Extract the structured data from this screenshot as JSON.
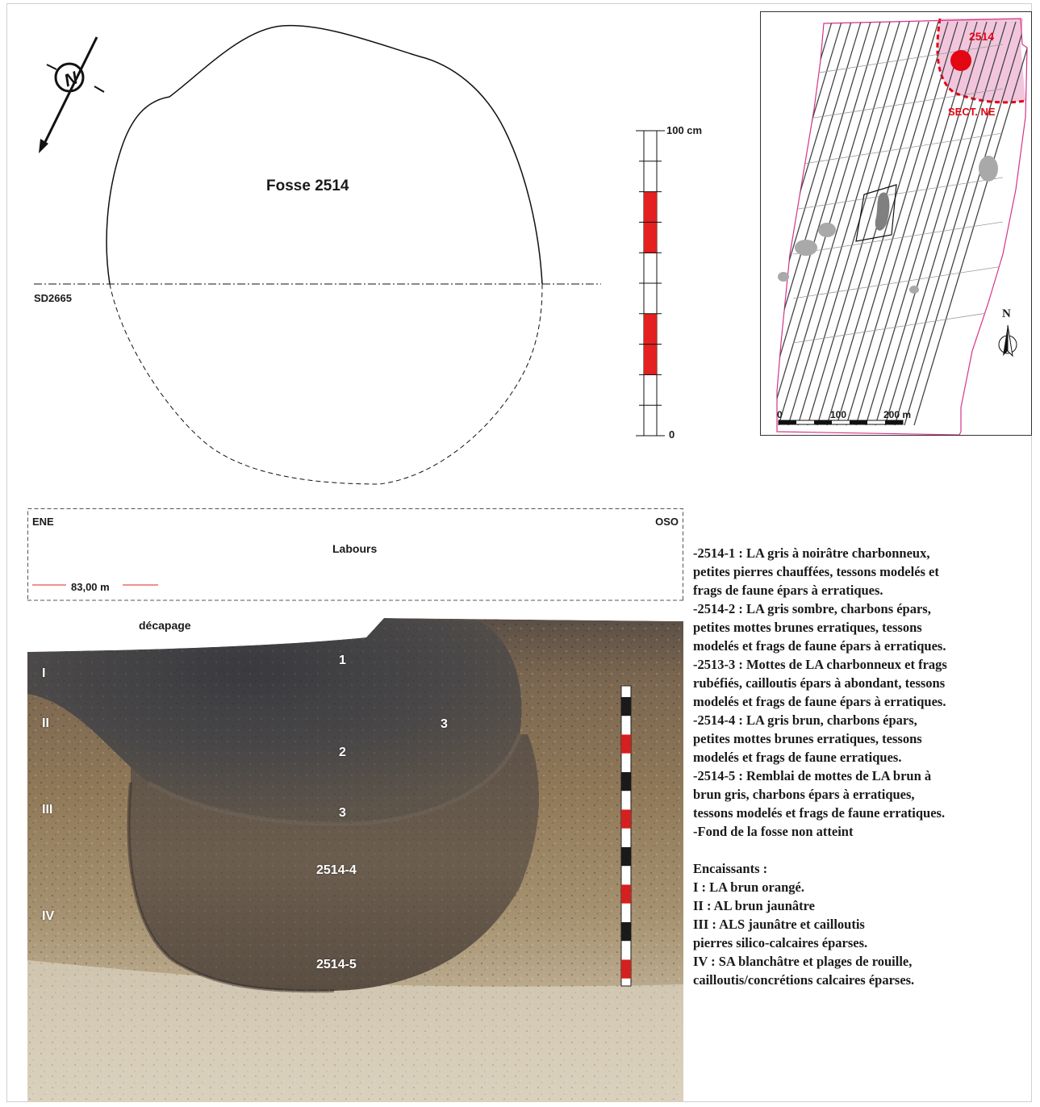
{
  "plan": {
    "title": "Fosse 2514",
    "section_line_label": "SD2665",
    "scale_top_label": "100 cm",
    "scale_bottom_label": "0",
    "north_letter": "N",
    "colors": {
      "scale_red": "#e42020",
      "outline": "#111111"
    }
  },
  "location_map": {
    "pit_id": "2514",
    "sector_label": "SECT. NE",
    "north_label": "N",
    "scale_labels": [
      "0",
      "100",
      "200 m"
    ],
    "colors": {
      "highlight": "#e30613",
      "sector_fill": "#f1c6dd",
      "boundary": "#d6338a"
    }
  },
  "section": {
    "left_orientation": "ENE",
    "right_orientation": "OSO",
    "top_layer": "Labours",
    "altitude": "83,00 m",
    "stripping": "décapage",
    "host_layers": [
      "I",
      "II",
      "III",
      "IV"
    ],
    "fill_labels": {
      "l1": "1",
      "l2": "2",
      "l3a": "3",
      "l3b": "3",
      "l4": "2514-4",
      "l5": "2514-5"
    }
  },
  "legend": {
    "lines": [
      "-2514-1 : LA gris à noirâtre charbonneux,",
      "petites pierres chauffées, tessons modelés et",
      "frags de faune épars à erratiques.",
      "-2514-2 : LA gris sombre, charbons épars,",
      "petites mottes brunes erratiques, tessons",
      "modelés et frags de faune épars à erratiques.",
      "-2513-3 : Mottes de LA charbonneux et frags",
      "rubéfiés, cailloutis épars à abondant, tessons",
      "modelés et frags de faune épars à erratiques.",
      "-2514-4 : LA gris brun, charbons épars,",
      "petites mottes brunes erratiques, tessons",
      "modelés et frags de faune erratiques.",
      "-2514-5 : Remblai de mottes de LA brun à",
      "brun gris, charbons épars à erratiques,",
      "tessons modelés et frags de faune erratiques.",
      "-Fond de la fosse non atteint"
    ],
    "host_title": "Encaissants :",
    "host_lines": [
      "I : LA brun orangé.",
      "II : AL brun jaunâtre",
      "III : ALS jaunâtre et cailloutis",
      "pierres silico-calcaires éparses.",
      "IV : SA blanchâtre et plages de rouille,",
      "cailloutis/concrétions calcaires éparses."
    ]
  }
}
